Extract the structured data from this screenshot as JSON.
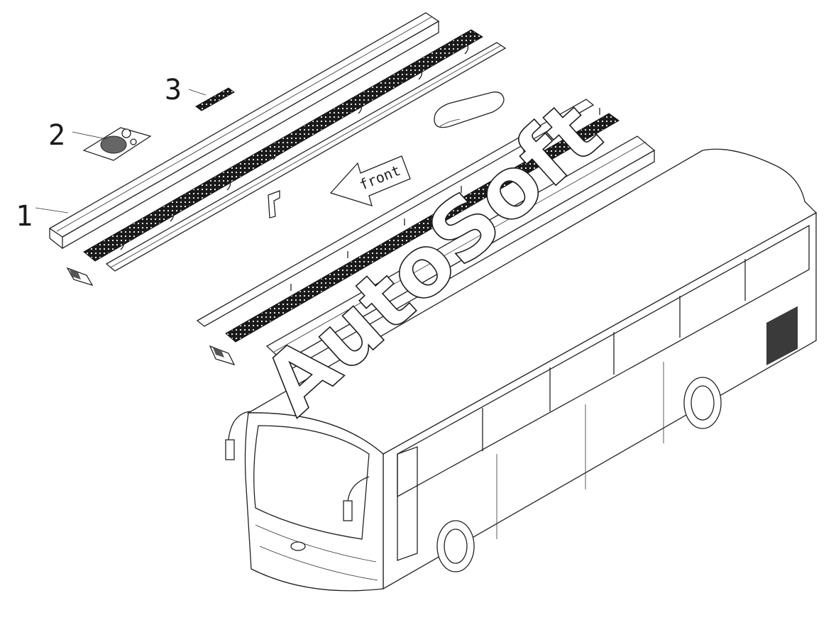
{
  "diagram": {
    "callouts": [
      {
        "number": "1",
        "part": "roof-rail"
      },
      {
        "number": "2",
        "part": "roof-hatch"
      },
      {
        "number": "3",
        "part": "roof-vent-strip"
      }
    ],
    "direction_label": "front",
    "watermark": "AutoSoft"
  },
  "colors": {
    "line": "#222222",
    "background": "#ffffff",
    "strip_fill": "#1a1a1a"
  },
  "icons": {
    "direction": "arrow-left-icon"
  }
}
